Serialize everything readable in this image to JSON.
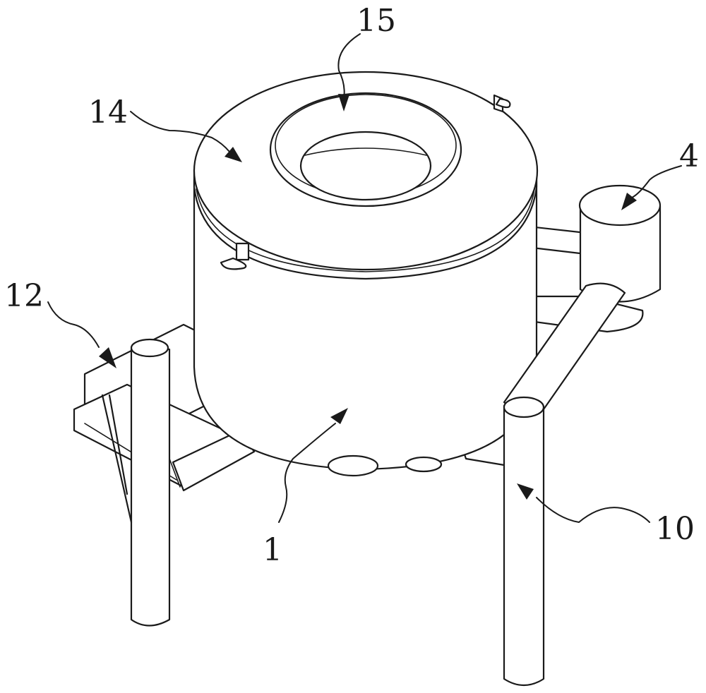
{
  "callouts": {
    "c15": "15",
    "c14": "14",
    "c4": "4",
    "c12": "12",
    "c1": "1",
    "c10": "10"
  },
  "colors": {
    "stroke": "#1a1a1a",
    "background": "#ffffff"
  }
}
